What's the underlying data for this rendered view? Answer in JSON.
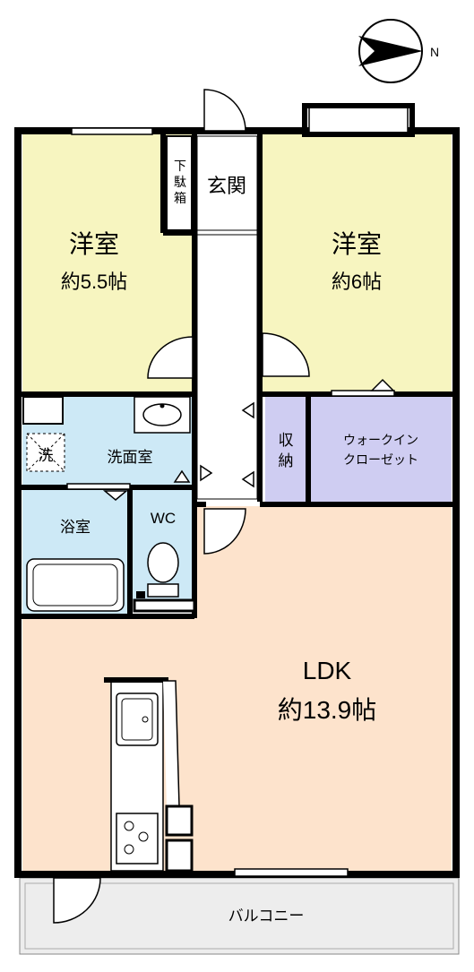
{
  "colors": {
    "bedroom": "#f7f5c0",
    "wet_area": "#cde9f6",
    "ldk": "#fde3cc",
    "storage": "#cfcdf2",
    "balcony": "#ededed",
    "wall": "#000000",
    "window": "#ffffff"
  },
  "compass": {
    "north_label": "N",
    "icon": "north-arrow-icon"
  },
  "rooms": {
    "bedroom_west": {
      "name": "洋室",
      "size": "約5.5帖"
    },
    "bedroom_east": {
      "name": "洋室",
      "size": "約6帖"
    },
    "entrance": {
      "name": "玄関"
    },
    "shoe_box": {
      "chars": [
        "下",
        "駄",
        "箱"
      ]
    },
    "storage": {
      "chars": [
        "収",
        "納"
      ]
    },
    "walk_in_closet": {
      "line1": "ウォークイン",
      "line2": "クローゼット"
    },
    "washroom": {
      "name": "洗面室",
      "washer": "洗"
    },
    "bathroom": {
      "name": "浴室"
    },
    "toilet": {
      "name": "WC"
    },
    "ldk": {
      "name": "LDK",
      "size": "約13.9帖"
    },
    "balcony": {
      "name": "バルコニー"
    }
  }
}
